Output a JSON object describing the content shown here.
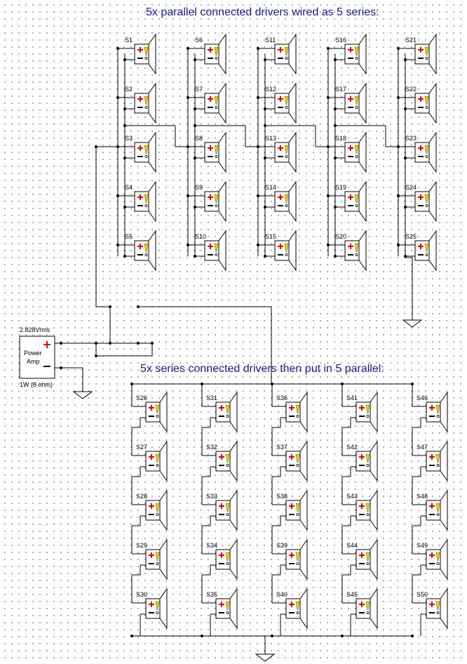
{
  "titles": {
    "top": "5x parallel connected drivers wired as 5 series:",
    "bottom": "5x series connected drivers then put in 5 parallel:"
  },
  "amplifier": {
    "voltage": "2.828Vrms",
    "name_line1": "Power",
    "name_line2": "Amp",
    "rating": "1W (8 ohm)"
  },
  "colors": {
    "title": "#1a1a8c",
    "plus": "#e00000",
    "marker": "#e8d000",
    "wire": "#000000"
  },
  "top_array": {
    "columns": [
      [
        "S1",
        "S2",
        "S3",
        "S4",
        "S5"
      ],
      [
        "S6",
        "S7",
        "S8",
        "S9",
        "S10"
      ],
      [
        "S11",
        "S12",
        "S13",
        "S14",
        "S15"
      ],
      [
        "S16",
        "S17",
        "S18",
        "S19",
        "S20"
      ],
      [
        "S21",
        "S22",
        "S23",
        "S24",
        "S25"
      ]
    ]
  },
  "bottom_array": {
    "columns": [
      [
        "S26",
        "S27",
        "S28",
        "S29",
        "S30"
      ],
      [
        "S31",
        "S32",
        "S33",
        "S34",
        "S35"
      ],
      [
        "S36",
        "S37",
        "S38",
        "S39",
        "S40"
      ],
      [
        "S41",
        "S42",
        "S43",
        "S44",
        "S45"
      ],
      [
        "S46",
        "S47",
        "S48",
        "S49",
        "S50"
      ]
    ]
  }
}
